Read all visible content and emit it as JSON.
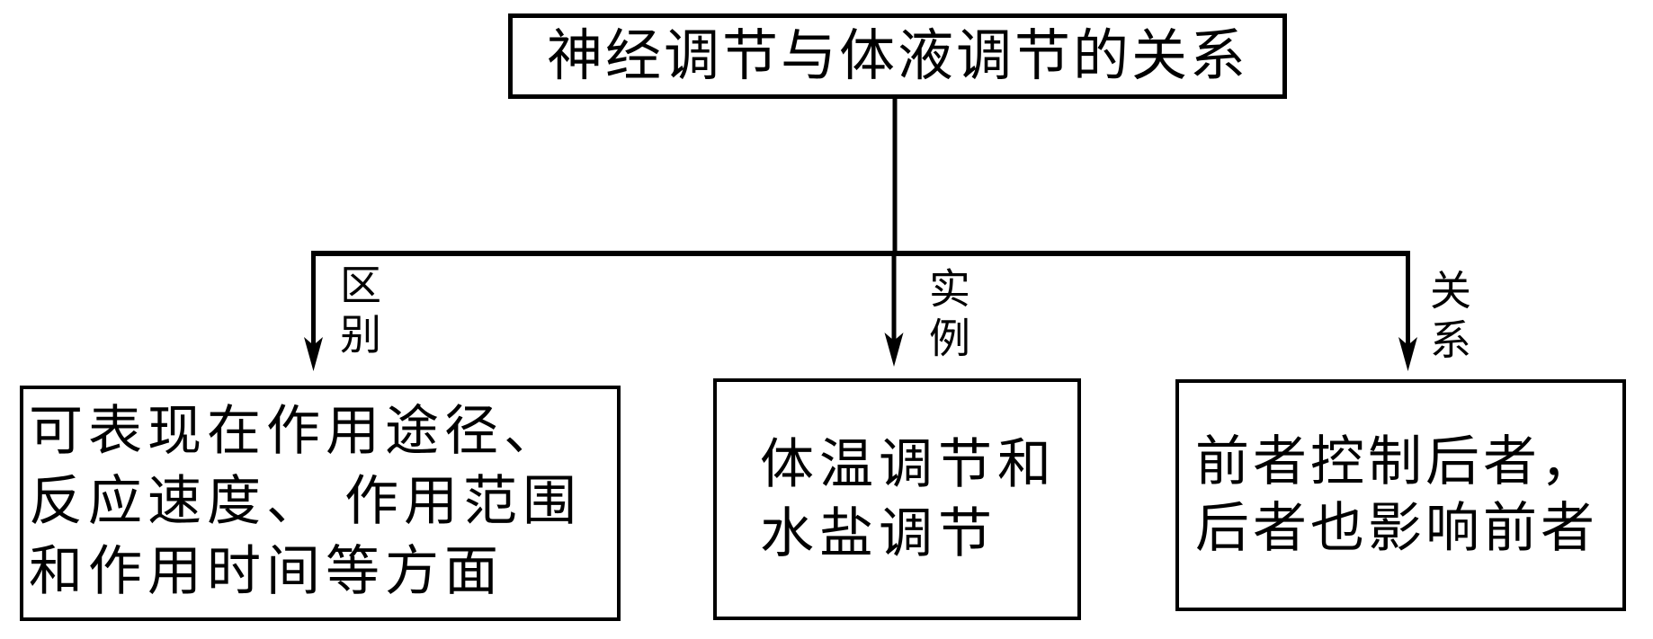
{
  "diagram": {
    "background_color": "#ffffff",
    "stroke_color": "#000000",
    "root": {
      "title": "神经调节与体液调节的关系"
    },
    "branches": [
      {
        "label": "区别",
        "text_lines": [
          "可表现在作用途径、",
          "反应速度、 作用范围",
          "和作用时间等方面"
        ]
      },
      {
        "label": "实例",
        "text_lines": [
          "体温调节和",
          "水盐调节"
        ]
      },
      {
        "label": "关系",
        "text_lines": [
          "前者控制后者，",
          "后者也影响前者"
        ]
      }
    ]
  }
}
